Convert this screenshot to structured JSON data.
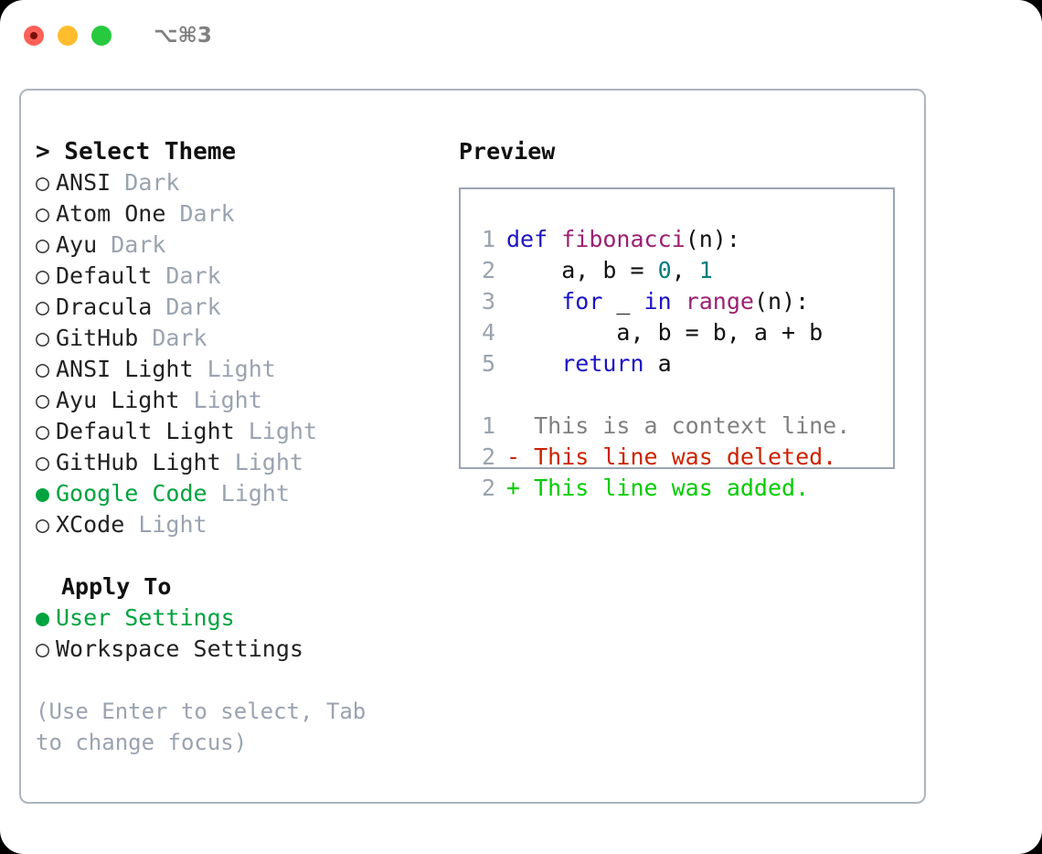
{
  "titlebar": {
    "shortcut": "⌥⌘3",
    "buttons": [
      {
        "name": "close",
        "color": "#ff6058"
      },
      {
        "name": "minimize",
        "color": "#ffbd2e"
      },
      {
        "name": "zoom",
        "color": "#27c93f"
      }
    ]
  },
  "theme_list": {
    "heading": "> Select Theme",
    "radio_off": "○",
    "radio_on": "●",
    "items": [
      {
        "label": "ANSI",
        "tag": "Dark",
        "selected": false
      },
      {
        "label": "Atom One",
        "tag": "Dark",
        "selected": false
      },
      {
        "label": "Ayu",
        "tag": "Dark",
        "selected": false
      },
      {
        "label": "Default",
        "tag": "Dark",
        "selected": false
      },
      {
        "label": "Dracula",
        "tag": "Dark",
        "selected": false
      },
      {
        "label": "GitHub",
        "tag": "Dark",
        "selected": false
      },
      {
        "label": "ANSI Light",
        "tag": "Light",
        "selected": false
      },
      {
        "label": "Ayu Light",
        "tag": "Light",
        "selected": false
      },
      {
        "label": "Default Light",
        "tag": "Light",
        "selected": false
      },
      {
        "label": "GitHub Light",
        "tag": "Light",
        "selected": false
      },
      {
        "label": "Google Code",
        "tag": "Light",
        "selected": true
      },
      {
        "label": "XCode",
        "tag": "Light",
        "selected": false
      }
    ]
  },
  "apply_to": {
    "heading": "Apply To",
    "items": [
      {
        "label": "User Settings",
        "selected": true
      },
      {
        "label": "Workspace Settings",
        "selected": false
      }
    ]
  },
  "hint": "(Use Enter to select, Tab to change focus)",
  "preview": {
    "title": "Preview",
    "code_lines": [
      {
        "num": "1",
        "tokens": [
          {
            "t": "def ",
            "c": "kw"
          },
          {
            "t": "fibonacci",
            "c": "fn"
          },
          {
            "t": "(n):",
            "c": "plain"
          }
        ]
      },
      {
        "num": "2",
        "tokens": [
          {
            "t": "    a, b = ",
            "c": "plain"
          },
          {
            "t": "0",
            "c": "num"
          },
          {
            "t": ", ",
            "c": "plain"
          },
          {
            "t": "1",
            "c": "num"
          }
        ]
      },
      {
        "num": "3",
        "tokens": [
          {
            "t": "    ",
            "c": "plain"
          },
          {
            "t": "for",
            "c": "kw"
          },
          {
            "t": " _ ",
            "c": "plain"
          },
          {
            "t": "in",
            "c": "kw"
          },
          {
            "t": " ",
            "c": "plain"
          },
          {
            "t": "range",
            "c": "fn"
          },
          {
            "t": "(n):",
            "c": "plain"
          }
        ]
      },
      {
        "num": "4",
        "tokens": [
          {
            "t": "        a, b = b, a + b",
            "c": "plain"
          }
        ]
      },
      {
        "num": "5",
        "tokens": [
          {
            "t": "    ",
            "c": "plain"
          },
          {
            "t": "return",
            "c": "kw"
          },
          {
            "t": " a",
            "c": "plain"
          }
        ]
      }
    ],
    "diff_lines": [
      {
        "num": "1",
        "marker": "  ",
        "text": "This is a context line.",
        "kind": "ctx"
      },
      {
        "num": "2",
        "marker": "- ",
        "text": "This line was deleted.",
        "kind": "del"
      },
      {
        "num": "2",
        "marker": "+ ",
        "text": "This line was added.",
        "kind": "add"
      }
    ]
  },
  "colors": {
    "accent_green": "#00a33f",
    "muted_gray": "#9aa3b0",
    "border": "#adb5bd",
    "preview_border": "#9aa6b4",
    "keyword": "#1a13c4",
    "function": "#9c2072",
    "number": "#007d7d",
    "diff_deleted": "#cc2200",
    "diff_added": "#00cc00",
    "diff_context": "#808080"
  }
}
